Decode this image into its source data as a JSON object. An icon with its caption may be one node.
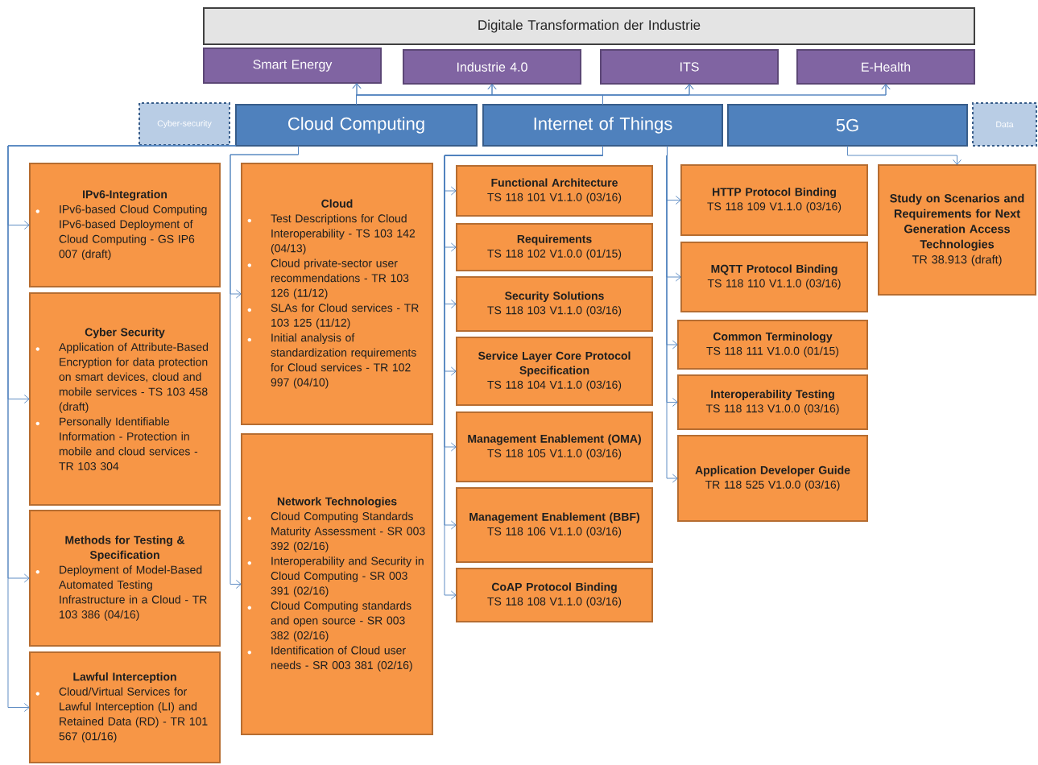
{
  "diagram": {
    "nodes": [
      {
        "text": [
          "Digitale Transformation der Industrie"
        ]
      },
      {
        "text": [
          "Smart Energy"
        ]
      },
      {
        "text": [
          "Industrie 4.0"
        ]
      },
      {
        "text": [
          "ITS"
        ]
      },
      {
        "text": [
          "E-Health"
        ]
      },
      {
        "text": [
          "Cyber-security"
        ]
      },
      {
        "text": [
          "Cloud Computing"
        ]
      },
      {
        "text": [
          "Internet of Things"
        ]
      },
      {
        "text": [
          "5G"
        ]
      },
      {
        "text": [
          "Data"
        ]
      },
      {
        "text": [
          "IPv6-Integration",
          "IPv6-based Cloud Computing",
          "IPv6-based Deployment of Cloud Computing - GS IP6 007 (draft)"
        ]
      },
      {
        "text": [
          "Cyber Security",
          "Application of Attribute-Based Encryption for data protection on smart devices, cloud and mobile services - TS 103 458 (draft)",
          "Personally Identifiable Information - Protection in mobile and cloud services - TR 103 304"
        ]
      },
      {
        "text": [
          "Methods for Testing & Specification",
          "Deployment of Model-Based Automated Testing Infrastructure in a Cloud - TR 103 386 (04/16)"
        ]
      },
      {
        "text": [
          "Lawful Interception",
          "Cloud/Virtual Services for Lawful Interception (LI) and Retained Data (RD) - TR 101 567 (01/16)"
        ]
      },
      {
        "text": [
          "Cloud",
          "Test Descriptions for Cloud Interoperability - TS 103 142 (04/13)",
          "Cloud private-sector user recommendations - TR 103 126 (11/12)",
          "SLAs for Cloud services - TR 103 125 (11/12)",
          "Initial analysis of standardization requirements for Cloud services - TR 102 997 (04/10)"
        ]
      },
      {
        "text": [
          "Network Technologies",
          "Cloud Computing Standards Maturity Assessment - SR 003 392 (02/16)",
          "Interoperability and Security in Cloud Computing - SR 003 391 (02/16)",
          "Cloud Computing standards and open source - SR 003 382 (02/16)",
          "Identification of Cloud user needs - SR 003 381 (02/16)"
        ]
      },
      {
        "text": [
          "Functional Architecture",
          "TS 118 101 V1.1.0 (03/16)"
        ]
      },
      {
        "text": [
          "Requirements",
          "TS 118 102 V1.0.0 (01/15)"
        ]
      },
      {
        "text": [
          "Security Solutions",
          "TS 118 103 V1.1.0 (03/16)"
        ]
      },
      {
        "text": [
          "Service Layer Core Protocol Specification",
          "TS 118 104 V1.1.0 (03/16)"
        ]
      },
      {
        "text": [
          "Management Enablement (OMA)",
          "TS 118 105 V1.1.0 (03/16)"
        ]
      },
      {
        "text": [
          "Management Enablement (BBF)",
          "TS 118 106 V1.1.0 (03/16)"
        ]
      },
      {
        "text": [
          "CoAP Protocol Binding",
          "TS 118 108 V1.1.0 (03/16)"
        ]
      },
      {
        "text": [
          "HTTP Protocol Binding",
          "TS 118 109 V1.1.0 (03/16)"
        ]
      },
      {
        "text": [
          "MQTT Protocol Binding",
          "TS 118 110 V1.1.0 (03/16)"
        ]
      },
      {
        "text": [
          "Common Terminology",
          "TS 118 111 V1.0.0 (01/15)"
        ]
      },
      {
        "text": [
          "Interoperability Testing",
          "TS 118 113 V1.0.0 (03/16)"
        ]
      },
      {
        "text": [
          "Application Developer Guide",
          "TR 118 525 V1.0.0 (03/16)"
        ]
      },
      {
        "text": [
          "Study on Scenarios and Requirements for Next Generation Access Technologies",
          "TR 38.913 (draft)"
        ]
      }
    ],
    "edges": [
      {
        "from": 6,
        "to": 1,
        "arrow": "to"
      },
      {
        "from": 6,
        "to": 2,
        "arrow": "to"
      },
      {
        "from": 6,
        "to": 3,
        "arrow": "to"
      },
      {
        "from": 6,
        "to": 4,
        "arrow": "to"
      },
      {
        "from": 7,
        "to": 1,
        "arrow": "to"
      },
      {
        "from": 7,
        "to": 2,
        "arrow": "to"
      },
      {
        "from": 7,
        "to": 3,
        "arrow": "to"
      },
      {
        "from": 7,
        "to": 4,
        "arrow": "to"
      },
      {
        "from": 6,
        "to": 10,
        "arrow": "to"
      },
      {
        "from": 6,
        "to": 11,
        "arrow": "to"
      },
      {
        "from": 6,
        "to": 12,
        "arrow": "to"
      },
      {
        "from": 6,
        "to": 13,
        "arrow": "to"
      },
      {
        "from": 6,
        "to": 14,
        "arrow": "to"
      },
      {
        "from": 6,
        "to": 15,
        "arrow": "to"
      },
      {
        "from": 7,
        "to": 16,
        "arrow": "to"
      },
      {
        "from": 7,
        "to": 17,
        "arrow": "to"
      },
      {
        "from": 7,
        "to": 18,
        "arrow": "to"
      },
      {
        "from": 7,
        "to": 19,
        "arrow": "to"
      },
      {
        "from": 7,
        "to": 20,
        "arrow": "to"
      },
      {
        "from": 7,
        "to": 21,
        "arrow": "to"
      },
      {
        "from": 7,
        "to": 22,
        "arrow": "to"
      },
      {
        "from": 7,
        "to": 23,
        "arrow": "to"
      },
      {
        "from": 7,
        "to": 24,
        "arrow": "to"
      },
      {
        "from": 7,
        "to": 25,
        "arrow": "to"
      },
      {
        "from": 7,
        "to": 26,
        "arrow": "to"
      },
      {
        "from": 7,
        "to": 27,
        "arrow": "to"
      },
      {
        "from": 8,
        "to": 28,
        "arrow": "to"
      }
    ]
  }
}
